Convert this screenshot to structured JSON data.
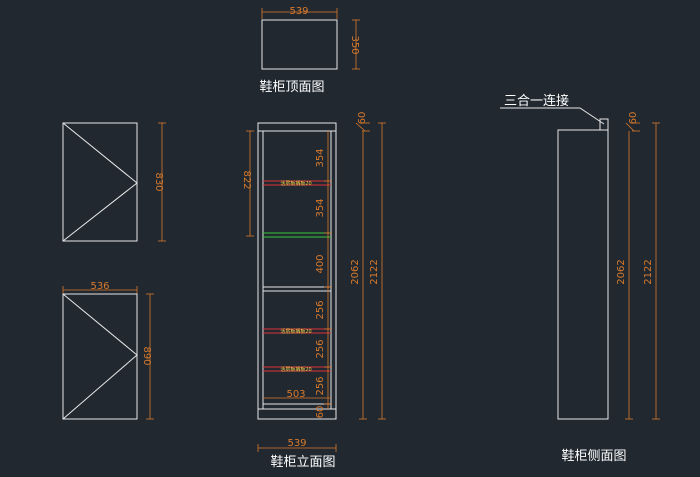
{
  "captions": {
    "top_view": "鞋柜顶面图",
    "front_view": "鞋柜立面图",
    "side_view": "鞋柜侧面图",
    "joint_label": "三合一连接"
  },
  "dimensions": {
    "top_width": "539",
    "top_depth": "350",
    "door_upper_height": "830",
    "door_lower_width": "536",
    "door_lower_height": "890",
    "front_width": "539",
    "front_upper_section": "822",
    "front_inner_height": "2062",
    "front_total_height": "2122",
    "front_top_cap": "60",
    "front_inner_width": "503",
    "front_base": "60",
    "gap_1": "354",
    "gap_2": "354",
    "gap_3": "400",
    "gap_4": "256",
    "gap_5": "256",
    "gap_6": "256",
    "side_inner_height": "2062",
    "side_total_height": "2122",
    "side_top_cap": "60"
  },
  "notes": {
    "shelf_note": "活层板搁板20"
  },
  "colors": {
    "background": "#212830",
    "outline": "#e8e8e8",
    "dimension": "#d97a2b",
    "shelf_fixed": "#37c837",
    "shelf_movable": "#e0303a"
  }
}
